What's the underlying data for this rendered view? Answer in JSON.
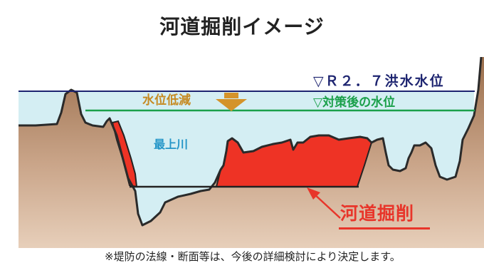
{
  "title": "河道掘削イメージ",
  "labels": {
    "r2_water_level": "▽Ｒ２．７洪水水位",
    "post_measure_water_level": "▽対策後の水位",
    "water_level_reduction": "水位低減",
    "river_name": "最上川",
    "channel_excavation": "河道掘削"
  },
  "footnote": "※堤防の法線・断面等は、今後の詳細検討により決定します。",
  "colors": {
    "r2_line": "#1d2470",
    "post_line": "#1aa04a",
    "reduction_text": "#c68a22",
    "arrow": "#d4932a",
    "river_text": "#2596c8",
    "excavation_fill": "#ee3325",
    "excavation_text": "#e8352a",
    "water_fill": "#d4eef3",
    "ground_top": "#9a6e4c",
    "ground_bottom": "#e7cfba"
  }
}
